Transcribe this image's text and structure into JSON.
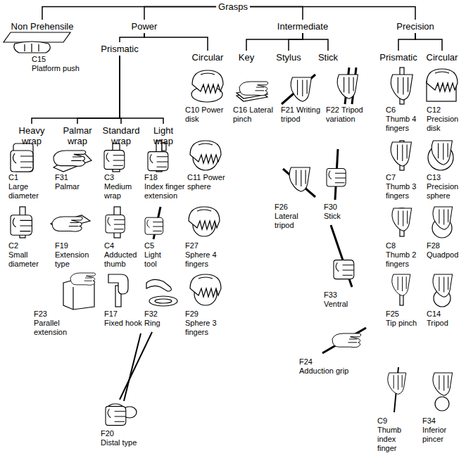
{
  "diagram": {
    "nodes": [
      {
        "text": [
          "Grasps"
        ]
      },
      {
        "text": [
          "Non Prehensile"
        ]
      },
      {
        "text": [
          "Power"
        ]
      },
      {
        "text": [
          "Intermediate"
        ]
      },
      {
        "text": [
          "Precision"
        ]
      },
      {
        "text": [
          "Prismatic"
        ]
      },
      {
        "text": [
          "Circular"
        ]
      },
      {
        "text": [
          "Key"
        ]
      },
      {
        "text": [
          "Stylus"
        ]
      },
      {
        "text": [
          "Stick"
        ]
      },
      {
        "text": [
          "Prismatic"
        ]
      },
      {
        "text": [
          "Circular"
        ]
      },
      {
        "text": [
          "Heavy wrap"
        ]
      },
      {
        "text": [
          "Palmar wrap"
        ]
      },
      {
        "text": [
          "Standard wrap"
        ]
      },
      {
        "text": [
          "Light wrap"
        ]
      }
    ],
    "edges": [
      {
        "from": 0,
        "to": 1,
        "arrow": "none"
      },
      {
        "from": 0,
        "to": 2,
        "arrow": "none"
      },
      {
        "from": 0,
        "to": 3,
        "arrow": "none"
      },
      {
        "from": 0,
        "to": 4,
        "arrow": "none"
      },
      {
        "from": 2,
        "to": 5,
        "arrow": "none"
      },
      {
        "from": 2,
        "to": 6,
        "arrow": "none"
      },
      {
        "from": 3,
        "to": 7,
        "arrow": "none"
      },
      {
        "from": 3,
        "to": 8,
        "arrow": "none"
      },
      {
        "from": 3,
        "to": 9,
        "arrow": "none"
      },
      {
        "from": 4,
        "to": 10,
        "arrow": "none"
      },
      {
        "from": 4,
        "to": 11,
        "arrow": "none"
      },
      {
        "from": 5,
        "to": 12,
        "arrow": "none"
      },
      {
        "from": 5,
        "to": 13,
        "arrow": "none"
      },
      {
        "from": 5,
        "to": 14,
        "arrow": "none"
      },
      {
        "from": 5,
        "to": 15,
        "arrow": "none"
      }
    ],
    "labels": [
      "C15",
      "Platform push",
      "C10",
      "Power disk",
      "C16",
      "Lateral pinch",
      "F21",
      "Writing tripod",
      "F22",
      "Tripod variation",
      "C6",
      "Thumb 4 fingers",
      "C12",
      "Precision disk",
      "C1",
      "Large diameter",
      "F31",
      "Palmar",
      "C3",
      "Medium wrap",
      "F18",
      "Index finger extension",
      "C11",
      "Power sphere",
      "C7",
      "Thumb 3 fingers",
      "C13",
      "Precision sphere",
      "F26",
      "Lateral tripod",
      "F30",
      "Stick",
      "C2",
      "Small diameter",
      "F19",
      "Extension type",
      "C4",
      "Adducted thumb",
      "C5",
      "Light tool",
      "F27",
      "Sphere 4 fingers",
      "C8",
      "Thumb 2 fingers",
      "F28",
      "Quadpod",
      "F33",
      "Ventral",
      "F23",
      "Parallel extension",
      "F17",
      "Fixed hook",
      "F32",
      "Ring",
      "F29",
      "Sphere 3 fingers",
      "F25",
      "Tip pinch",
      "C14",
      "Tripod",
      "F24",
      "Adduction grip",
      "C9",
      "Thumb index finger",
      "F34",
      "Inferior pincer",
      "F20",
      "Distal type"
    ]
  }
}
